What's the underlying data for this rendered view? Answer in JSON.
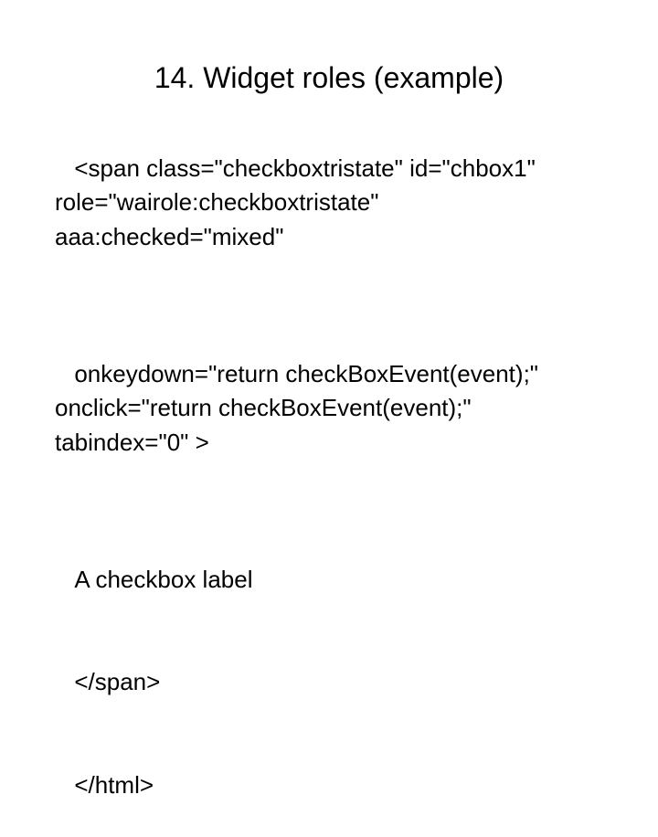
{
  "slide": {
    "number": "14",
    "title": "14. Widget roles (example)",
    "background_color": "#ffffff",
    "text_color": "#000000",
    "body_lines": [
      {
        "id": "line-span-open",
        "indent": false,
        "text": "<span class=\"checkboxtristate\" id=\"chbox1\""
      },
      {
        "id": "line-role",
        "indent": true,
        "text": "role=\"wairole:checkboxtristate\""
      },
      {
        "id": "line-aaa-checked",
        "indent": true,
        "text": "aaa:checked=\"mixed\""
      },
      {
        "id": "line-onkeydown",
        "indent": false,
        "text": "onkeydown=\"return checkBoxEvent(event);\""
      },
      {
        "id": "line-onclick",
        "indent": true,
        "text": "onclick=\"return checkBoxEvent(event);\""
      },
      {
        "id": "line-tabindex",
        "indent": true,
        "text": "tabindex=\"0\" >"
      },
      {
        "id": "line-label",
        "indent": false,
        "text": "A checkbox label"
      },
      {
        "id": "line-span-close",
        "indent": false,
        "text": "</span>"
      },
      {
        "id": "line-html-close",
        "indent": false,
        "text": "</html>"
      }
    ]
  }
}
